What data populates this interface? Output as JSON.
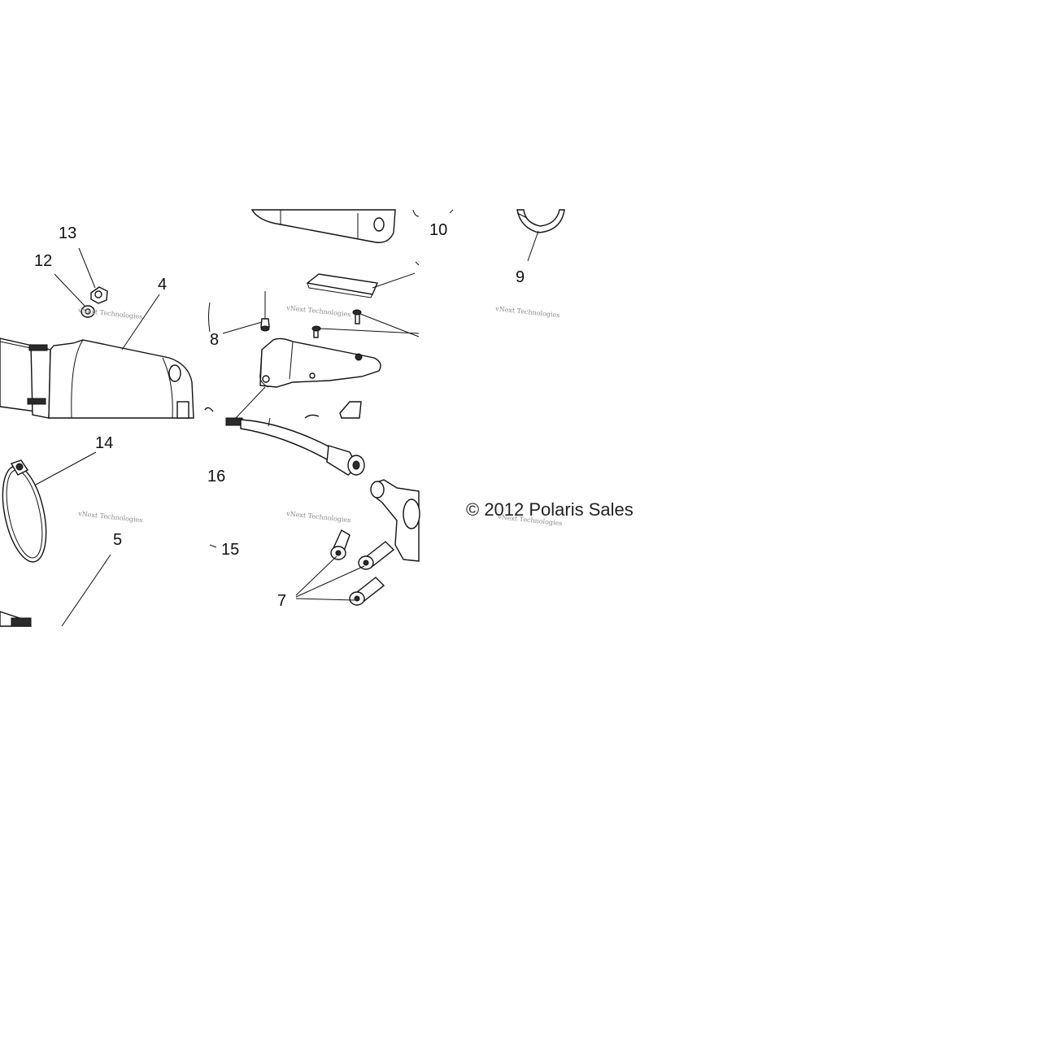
{
  "callouts": {
    "c4": "4",
    "c5": "5",
    "c7": "7",
    "c8": "8",
    "c9": "9",
    "c10": "10",
    "c12": "12",
    "c13": "13",
    "c14": "14",
    "c15": "15",
    "c16": "16"
  },
  "watermark": "vNext Technologies",
  "copyright": "© 2012 Polaris Sales",
  "colors": {
    "line": "#111111",
    "watermark": "#8a8a8a",
    "background": "#ffffff"
  }
}
